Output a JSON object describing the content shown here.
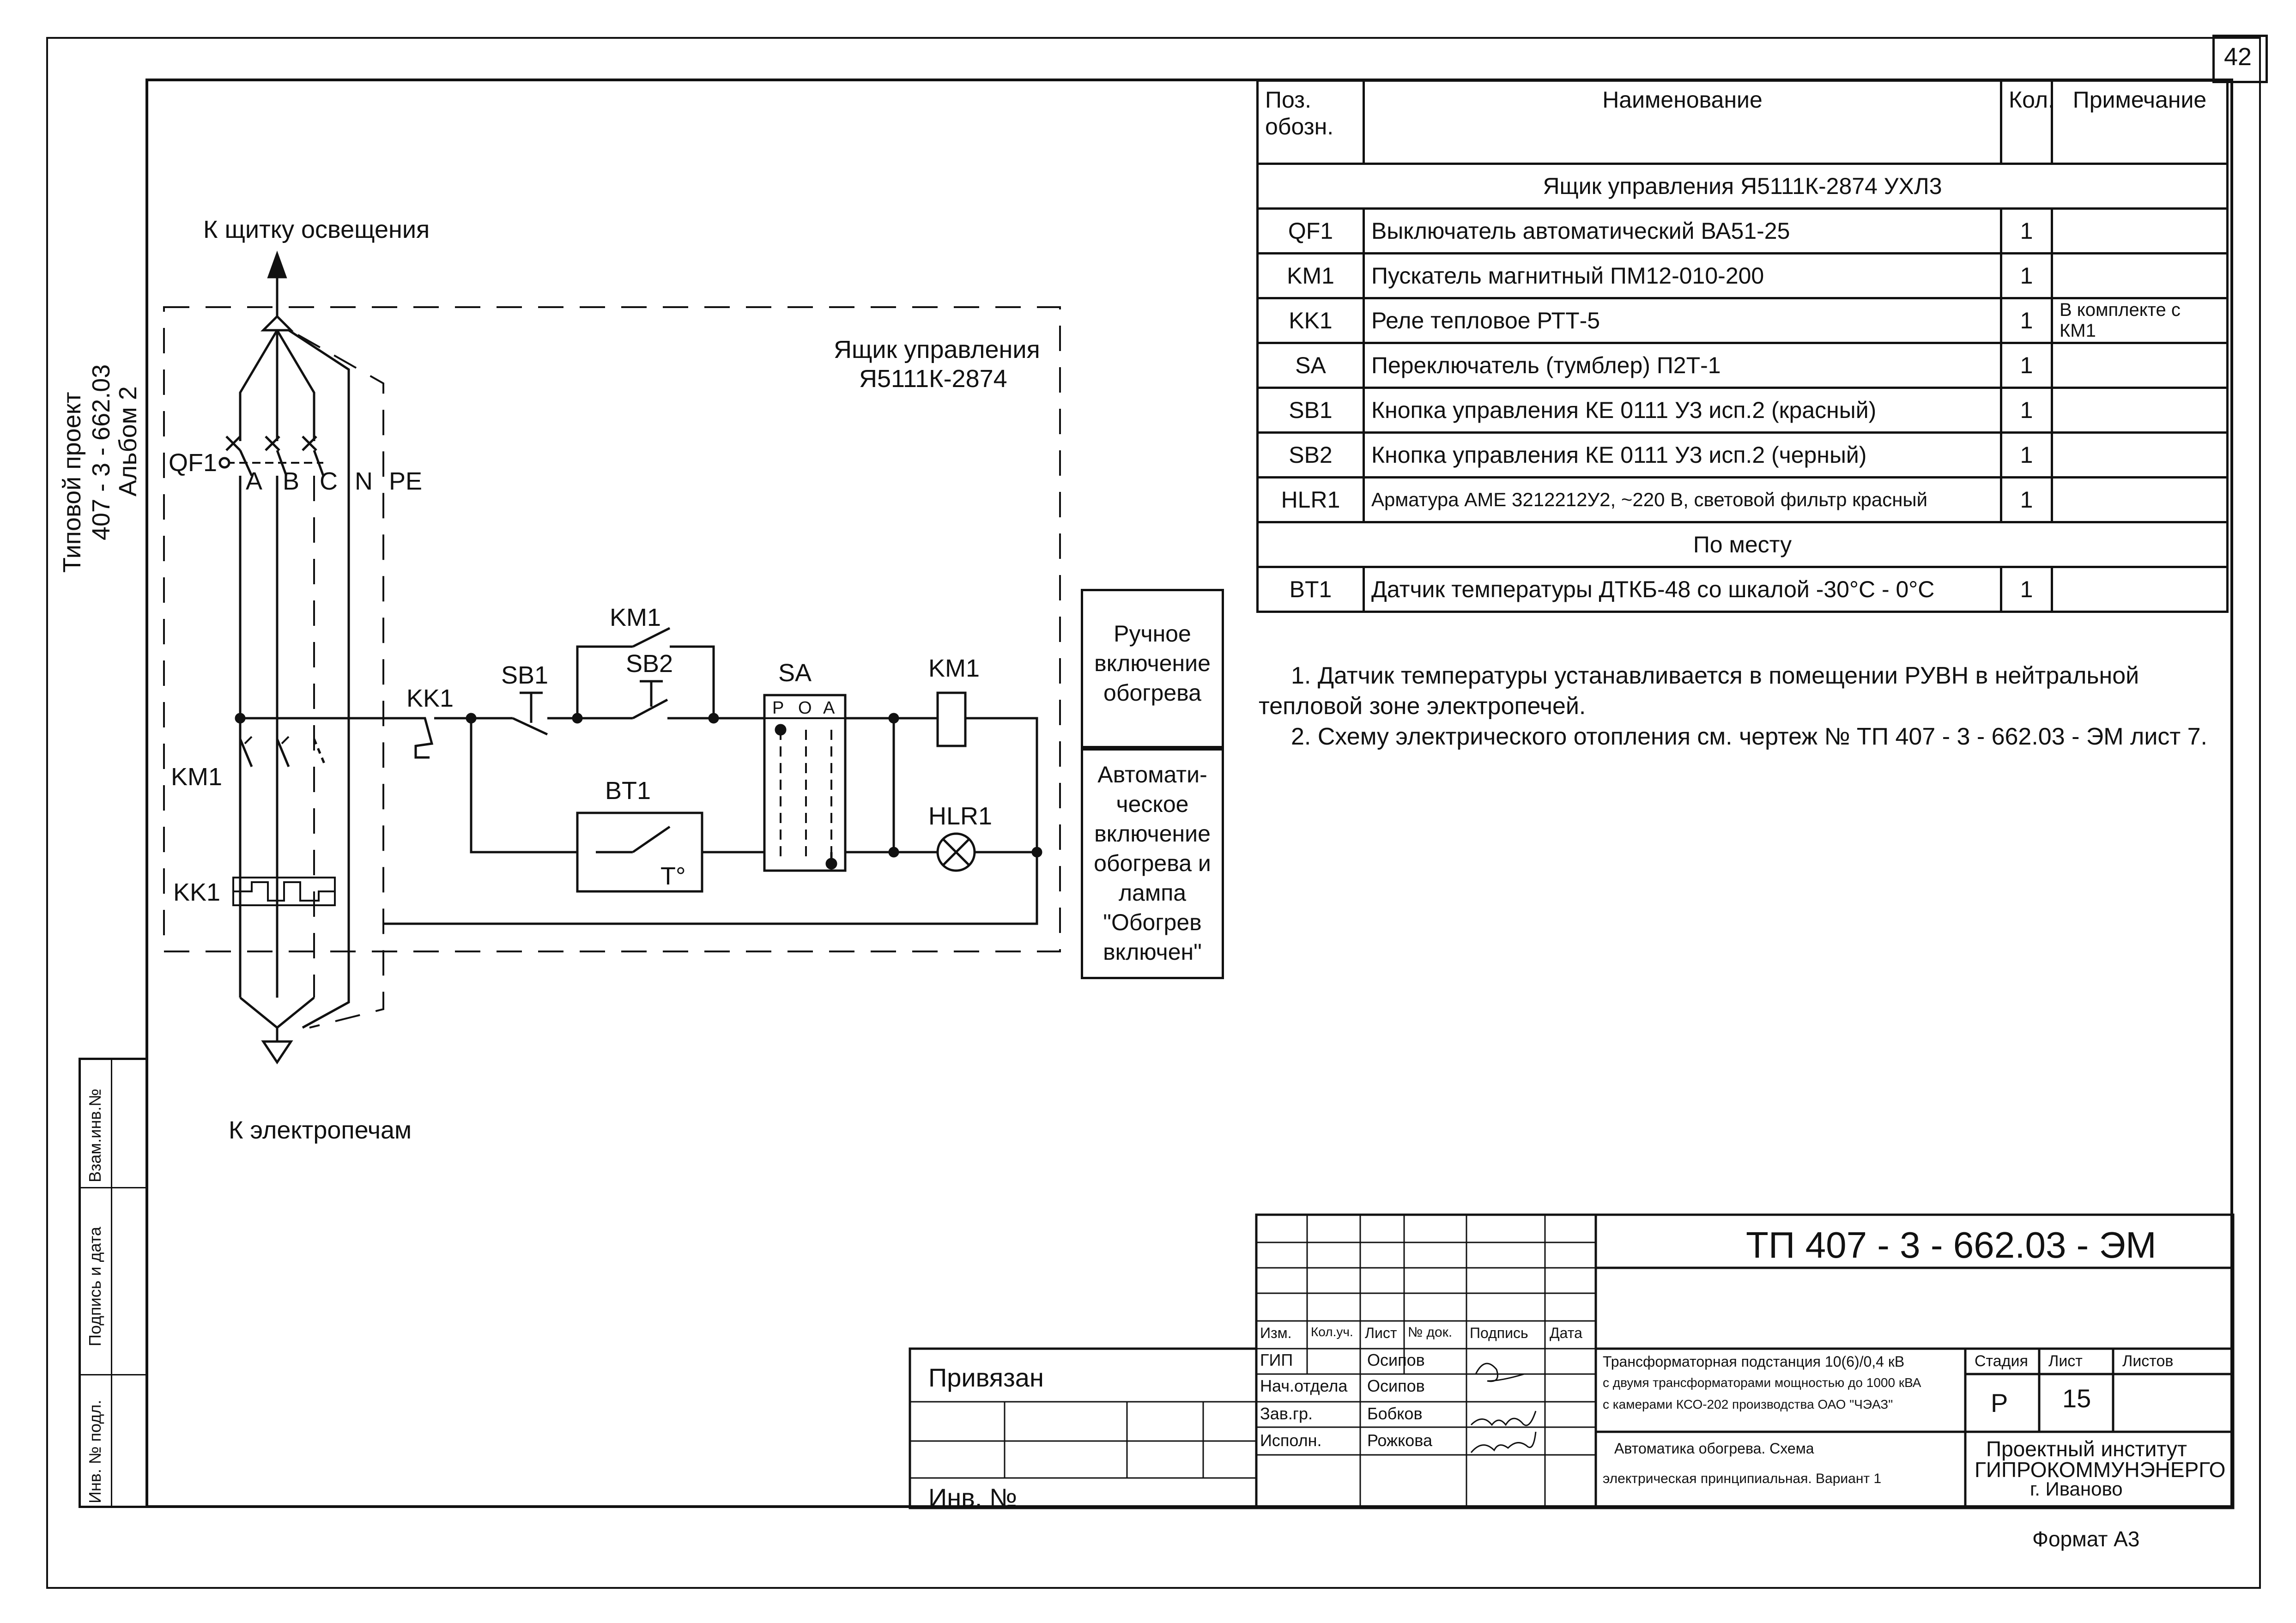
{
  "page_number": "42",
  "side_labels": {
    "project_line1": "Типовой проект",
    "project_line2": "407 - 3 - 662.03",
    "project_line3": "Альбом 2",
    "vzam": "Взам.инв.№",
    "podpis": "Подпись и дата",
    "inv_podl": "Инв. № подл."
  },
  "diagram": {
    "to_lighting": "К щитку освещения",
    "to_furnaces": "К электропечам",
    "box_title_line1": "Ящик управления",
    "box_title_line2": "Я5111К-2874",
    "labels": {
      "qf1": "QF1",
      "a": "A",
      "b": "B",
      "c": "C",
      "n": "N",
      "pe": "PE",
      "km1_main": "KM1",
      "kk1_main": "KK1",
      "kk1_ctrl": "KK1",
      "sb1": "SB1",
      "sb2": "SB2",
      "km1_top": "KM1",
      "sa": "SA",
      "sa_p": "Р",
      "sa_o": "О",
      "sa_a": "А",
      "km1_coil": "KM1",
      "bt1": "BT1",
      "t_label": "T°",
      "hlr1": "HLR1"
    }
  },
  "side_boxes": {
    "manual": "Ручное включение обогрева",
    "auto": "Автомати-ческое включение обогрева и лампа \"Обогрев включен\""
  },
  "spec_table": {
    "headers": [
      "Поз. обозн.",
      "Наименование",
      "Кол.",
      "Примечание"
    ],
    "group1": "Ящик управления Я5111К-2874 УХЛ3",
    "rows1": [
      {
        "pos": "QF1",
        "name": "Выключатель автоматический ВА51-25",
        "qty": "1",
        "note": ""
      },
      {
        "pos": "KM1",
        "name": "Пускатель магнитный ПМ12-010-200",
        "qty": "1",
        "note": ""
      },
      {
        "pos": "KK1",
        "name": "Реле тепловое РТТ-5",
        "qty": "1",
        "note": "В комплекте с КМ1"
      },
      {
        "pos": "SA",
        "name": "Переключатель (тумблер) П2Т-1",
        "qty": "1",
        "note": ""
      },
      {
        "pos": "SB1",
        "name": "Кнопка управления КЕ 0111 У3 исп.2 (красный)",
        "qty": "1",
        "note": ""
      },
      {
        "pos": "SB2",
        "name": "Кнопка управления КЕ 0111 У3 исп.2 (черный)",
        "qty": "1",
        "note": ""
      },
      {
        "pos": "HLR1",
        "name": "Арматура АМЕ 3212212У2, ~220 В, световой фильтр красный",
        "qty": "1",
        "note": ""
      }
    ],
    "group2": "По месту",
    "rows2": [
      {
        "pos": "BT1",
        "name": "Датчик температуры ДТКБ-48 со шкалой -30°С - 0°С",
        "qty": "1",
        "note": ""
      }
    ]
  },
  "notes": [
    "1. Датчик температуры устанавливается в помещении РУВН в нейтральной",
    "тепловой зоне электропечей.",
    "2. Схему электрического отопления см. чертеж № ТП 407 - 3 - 662.03 - ЭМ лист 7."
  ],
  "title_block": {
    "doc_code": "ТП  407 - 3 - 662.03 - ЭМ",
    "privyazan": "Привязан",
    "inv_no": "Инв. №",
    "col_headers": [
      "Изм.",
      "Кол.уч.",
      "Лист",
      "№ док.",
      "Подпись",
      "Дата"
    ],
    "roles": [
      "ГИП",
      "Нач.отдела",
      "Зав.гр.",
      "Исполн."
    ],
    "names": [
      "Осипов",
      "Осипов",
      "Бобков",
      "Рожкова"
    ],
    "object_line1": "Трансформаторная подстанция 10(6)/0,4 кВ",
    "object_line2": "с двумя трансформаторами мощностью до 1000 кВА",
    "object_line3": "с камерами КСО-202 производства ОАО \"ЧЭАЗ\"",
    "sheet_title_line1": "Автоматика обогрева. Схема",
    "sheet_title_line2": "электрическая принципиальная. Вариант 1",
    "stage_label": "Стадия",
    "sheet_label": "Лист",
    "sheets_label": "Листов",
    "stage": "Р",
    "sheet": "15",
    "org_line1": "Проектный институт",
    "org_line2": "ГИПРОКОММУНЭНЕРГО",
    "org_line3": "г. Иваново"
  },
  "format": "Формат А3"
}
